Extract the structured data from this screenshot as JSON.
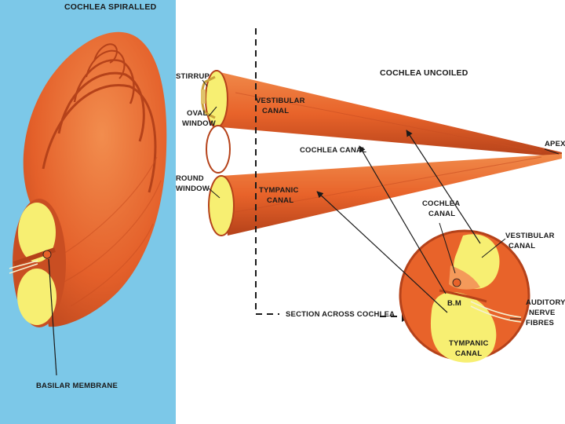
{
  "diagram": {
    "left_title": "COCHLEA SPIRALLED",
    "right_title": "COCHLEA UNCOILED",
    "labels": {
      "stirrup": "STIRRUP",
      "oval_window": [
        "OVAL",
        "WINDOW"
      ],
      "round_window": [
        "ROUND",
        "WINDOW"
      ],
      "vestibular_canal": [
        "VESTIBULAR",
        "CANAL"
      ],
      "tympanic_canal": [
        "TYMPANIC",
        "CANAL"
      ],
      "cochlea_canal": "COCHLEA CANAL",
      "apex": "APEX",
      "section_cochlea_canal": [
        "COCHLEA",
        "CANAL"
      ],
      "section_vestibular_canal": [
        "VESTIBULAR",
        "CANAL"
      ],
      "section_bm": "B.M",
      "auditory_nerve": [
        "AUDITORY",
        "NERVE",
        "FIBRES"
      ],
      "section_tympanic_canal": [
        "TYMPANIC",
        "CANAL"
      ],
      "section_across": "SECTION ACROSS COCHLEA",
      "basilar_membrane": "BASILAR MEMBRANE"
    },
    "colors": {
      "panel_blue": "#7cc8e8",
      "tissue_orange": "#e8632a",
      "tissue_dark": "#b5421a",
      "fluid_yellow": "#f7ef72",
      "line": "#1a1a1a"
    }
  }
}
